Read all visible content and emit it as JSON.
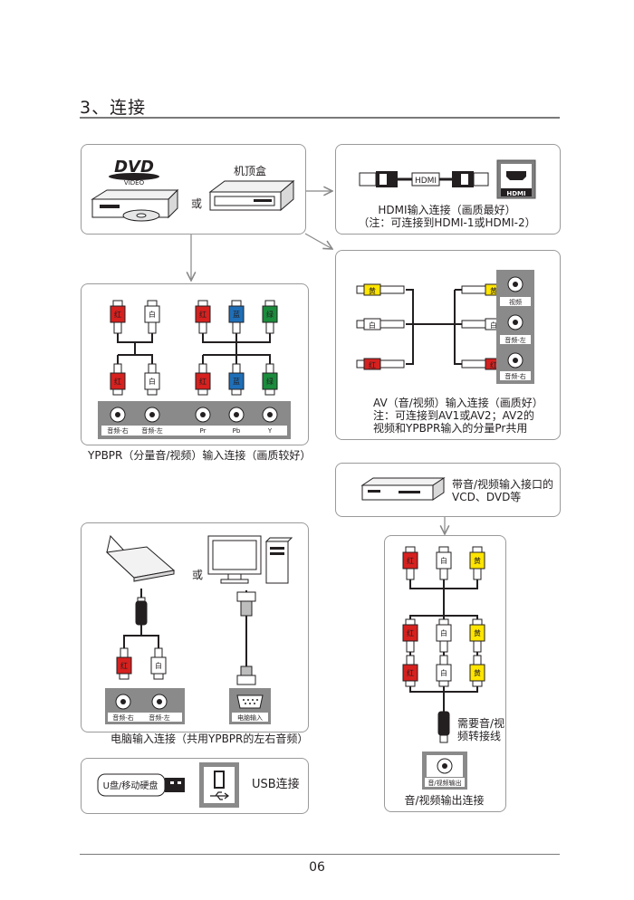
{
  "section": {
    "title": "3、连接"
  },
  "source_panel": {
    "dvd_logo": "DVD",
    "dvd_sub": "VIDEO",
    "or": "或",
    "stb_label": "机顶盒"
  },
  "hdmi_panel": {
    "cable_label": "HDMI",
    "port_label": "HDMI",
    "caption_line1": "HDMI输入连接（画质最好）",
    "caption_line2": "（注：可连接到HDMI-1或HDMI-2）"
  },
  "av_panel": {
    "plugs": [
      "黄",
      "白",
      "红"
    ],
    "ports": [
      "视频",
      "音频-左",
      "音频-右"
    ],
    "caption": [
      "AV（音/视频）输入连接（画质好）",
      "注：可连接到AV1或AV2；AV2的",
      "视频和YPBPR输入的分量Pr共用"
    ]
  },
  "ypbpr_panel": {
    "plug_labels": [
      "红",
      "白",
      "红",
      "蓝",
      "绿"
    ],
    "ports": [
      "音频-右",
      "音频-左",
      "Pr",
      "Pb",
      "Y"
    ],
    "caption": "YPBPR（分量音/视频）输入连接（画质较好）"
  },
  "vcd_panel": {
    "line1": "带音/视频输入接口的",
    "line2": "VCD、DVD等"
  },
  "pc_panel": {
    "or": "或",
    "ports": [
      "音频-右",
      "音频-左"
    ],
    "vga_port": "电脑输入",
    "plug_labels": [
      "红",
      "白"
    ],
    "caption": "电脑输入连接（共用YPBPR的左右音频）"
  },
  "usb_panel": {
    "device": "U盘/移动硬盘",
    "label": "USB连接"
  },
  "av_out_panel": {
    "plug_labels": [
      "红",
      "白",
      "黄"
    ],
    "converter": [
      "需要音/视",
      "频转接线"
    ],
    "port_label": "音/视频输出",
    "caption": "音/视频输出连接"
  },
  "footer": {
    "page_number": "06"
  }
}
